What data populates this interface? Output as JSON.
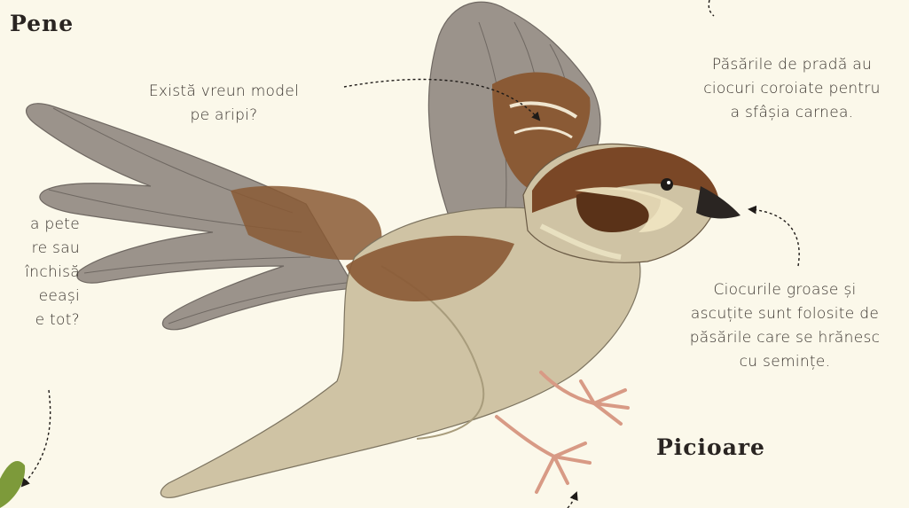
{
  "headings": {
    "feathers": "Pene",
    "legs": "Picioare"
  },
  "notes": {
    "wing_pattern": [
      "Există vreun model",
      "pe aripi?"
    ],
    "hooked_beaks": [
      "Păsările de pradă au",
      "ciocuri coroiate pentru",
      "a sfâșia carnea."
    ],
    "thick_beaks": [
      "Ciocurile groase și",
      "ascuțite sunt folosite de",
      "păsările care se hrănesc",
      "cu semințe."
    ],
    "spots": [
      "a pete",
      "re sau",
      "închisă",
      "eeași",
      "e tot?"
    ]
  },
  "illustration": {
    "subject": "sparrow-in-flight",
    "colors": {
      "background": "#fbf8ea",
      "wing_grey": "#9b938b",
      "wing_brown": "#8a5a35",
      "head_chestnut": "#7a4726",
      "belly": "#cfc3a4",
      "leg_pink": "#d89a85"
    }
  }
}
